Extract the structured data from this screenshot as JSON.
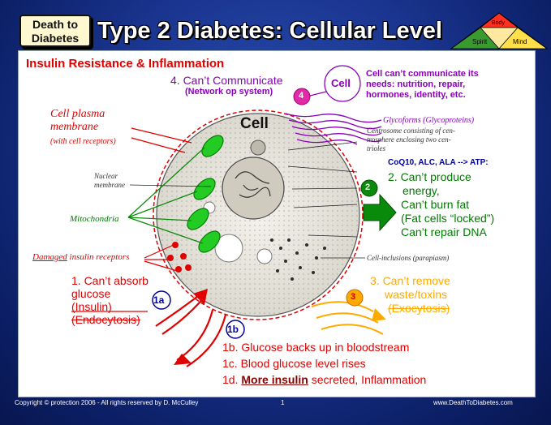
{
  "logo": {
    "line1": "Death to",
    "line2": "Diabetes"
  },
  "title": "Type 2 Diabetes: Cellular Level",
  "triangle": {
    "top": "Body",
    "left": "Spirit",
    "right": "Mind"
  },
  "section_title": "Insulin Resistance & Inflammation",
  "cant_communicate": {
    "main": "4. Can’t Communicate",
    "sub": "(Network op system)",
    "badge": "4"
  },
  "cell_bubble": "Cell",
  "cell_needs": [
    "Cell can’t communicate its",
    "needs: nutrition, repair,",
    "hormones, identity, etc."
  ],
  "cell_label": "Cell",
  "plasma_membrane": {
    "line1": "Cell plasma",
    "line2": "membrane",
    "line3": "(with cell receptors)"
  },
  "glycoforms": "Glycoforms (Glycoproteins)",
  "centrosome": [
    "Centrosome consisting of cen-",
    "trosphere enclosing two cen-",
    "trioles"
  ],
  "nuclear_membrane": [
    "Nuclear",
    "membrane"
  ],
  "mitochondria": "Mitochondria",
  "atp": "CoQ10, ALC, ALA --> ATP:",
  "cant_produce": [
    "2. Can’t produce",
    "energy,",
    "Can’t burn fat",
    "(Fat cells “locked”)",
    "Can’t repair DNA"
  ],
  "badge2": "2",
  "damaged_receptors": {
    "word": "Damaged",
    "rest": " insulin receptors"
  },
  "cell_inclusions": "Cell-inclusions (parapiasm)",
  "cant_absorb": {
    "line1": "1. Can’t absorb",
    "line2": "glucose",
    "line3": "(Insulin)",
    "line4": "(Endocytosis)",
    "badge": "1a"
  },
  "cant_remove": {
    "line1": "3. Can’t remove",
    "line2": "waste/toxins",
    "line3": "(Exocytosis)",
    "badge": "3"
  },
  "badge1b": "1b",
  "consequences": [
    "1b. Glucose backs up in bloodstream",
    "1c. Blood glucose level rises"
  ],
  "consequence_1d": {
    "prefix": "1d. ",
    "underlined": "More insulin",
    "suffix": " secreted, Inflammation"
  },
  "footer": {
    "left": "Copyright © protection 2006 - All rights reserved by D. McCulley",
    "page": "1",
    "right": "www.DeathToDiabetes.com"
  },
  "colors": {
    "red": "#e00000",
    "green": "#007a00",
    "purple": "#8a00b8",
    "orange": "#ffaa00",
    "navy": "#000099"
  }
}
